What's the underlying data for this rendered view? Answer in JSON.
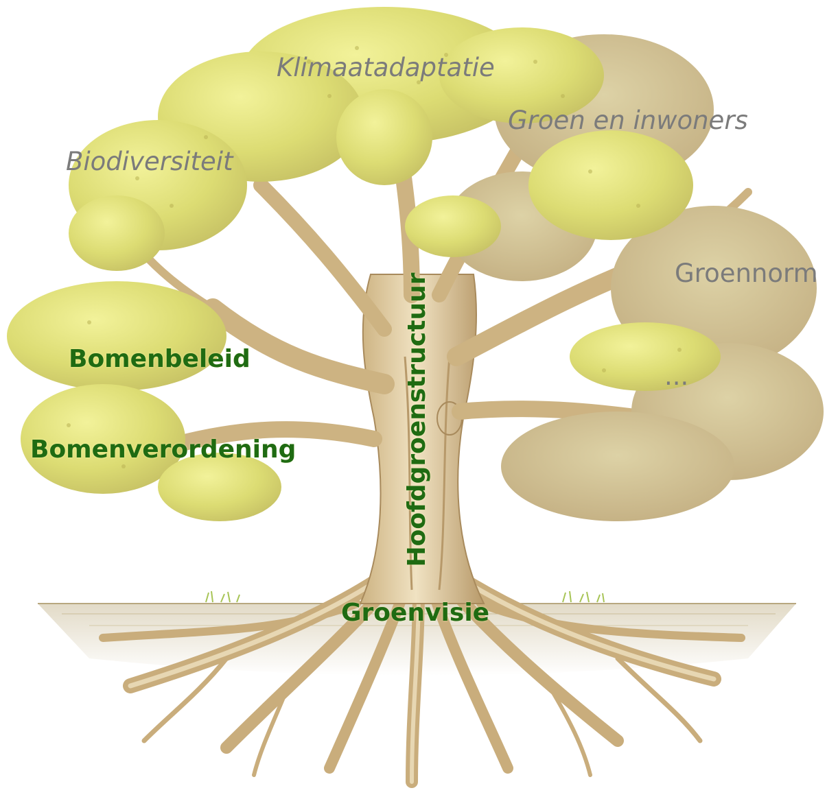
{
  "labels": {
    "klimaat": "Klimaatadaptatie",
    "groen_inwoners": "Groen en inwoners",
    "biodiversiteit": "Biodiversiteit",
    "groennorm": "Groennorm",
    "bomenbeleid": "Bomenbeleid",
    "ellipsis": "...",
    "bomenverordening": "Bomenverordening",
    "hoofdgroenstructuur": "Hoofdgroenstructuur",
    "groenvisie": "Groenvisie"
  },
  "colors": {
    "primary_text": "#1f6b12",
    "secondary_text": "#7b7b7b",
    "foliage_light": "#e8e98a",
    "foliage_mid": "#cfcf63",
    "foliage_shade": "#c9b98a",
    "wood": "#d6bf92",
    "wood_dark": "#a88a5c",
    "grass": "#a7c456"
  },
  "illustration": "oak-tree-with-roots"
}
